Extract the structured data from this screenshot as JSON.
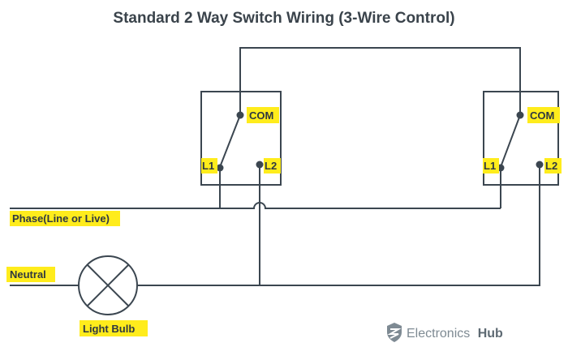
{
  "title": "Standard 2 Way Switch Wiring (3-Wire Control)",
  "labels": {
    "com_left": "COM",
    "com_right": "COM",
    "l1_left": "L1",
    "l2_left": "L2",
    "l1_right": "L1",
    "l2_right": "L2",
    "phase": "Phase(Line or Live)",
    "neutral": "Neutral",
    "bulb": "Light Bulb"
  },
  "brand": {
    "name_regular": "Electronics",
    "name_bold": "Hub",
    "icon": "electronics-hub-logo-icon"
  },
  "colors": {
    "wire": "#3b4650",
    "highlight": "#ffec1c",
    "text": "#2f3840"
  }
}
